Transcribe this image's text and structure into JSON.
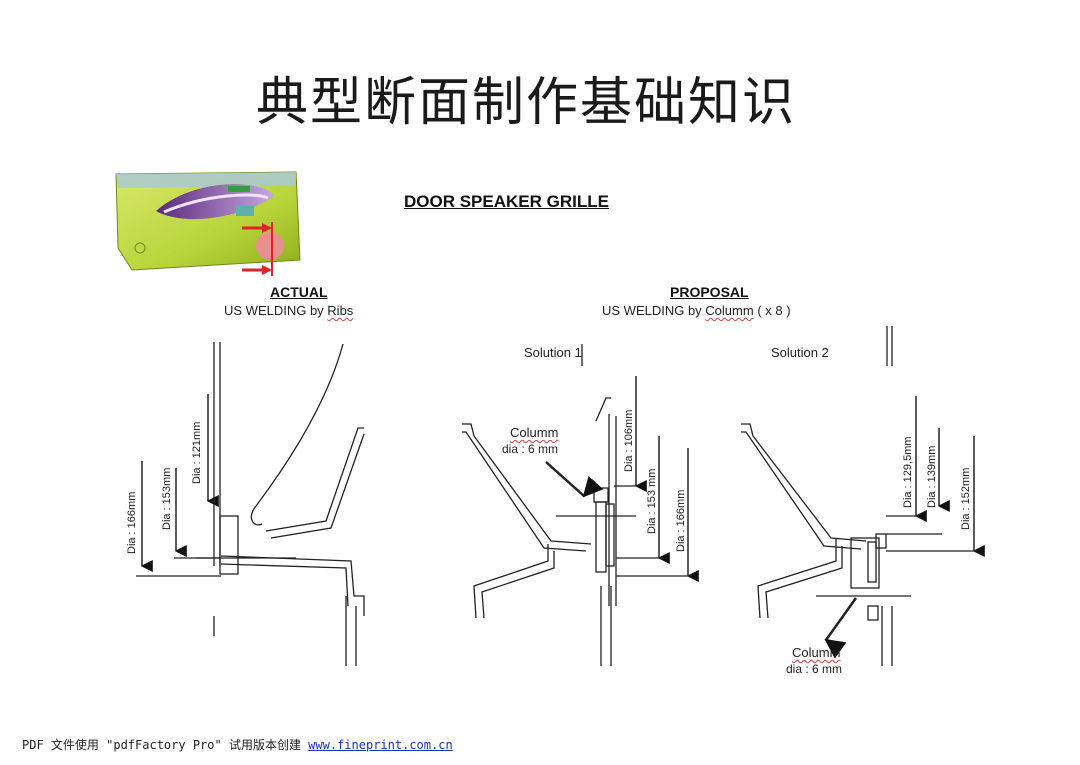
{
  "title": "典型断面制作基础知识",
  "diagram": {
    "heading": "DOOR SPEAKER GRILLE",
    "actual": {
      "heading": "ACTUAL",
      "subtitle_prefix": "US WELDING by ",
      "subtitle_word": "Ribs",
      "dimensions": [
        "Dia : 166mm",
        "Dia : 153mm",
        "Dia : 121mm"
      ]
    },
    "proposal": {
      "heading": "PROPOSAL",
      "subtitle_prefix": "US WELDING by ",
      "subtitle_word": "Columm",
      "subtitle_suffix": " ( x 8 )",
      "solution1": {
        "label": "Solution 1",
        "callout_word": "Columm",
        "callout_dia": "dia : 6 mm",
        "dimensions": [
          "Dia : 106mm",
          "Dia : 153 mm",
          "Dia : 166mm"
        ]
      },
      "solution2": {
        "label": "Solution 2",
        "callout_word": "Columm",
        "callout_dia": "dia : 6 mm",
        "dimensions": [
          "Dia : 129,5mm",
          "Dia : 139mm",
          "Dia : 152mm"
        ]
      }
    }
  },
  "footer": {
    "text": "PDF 文件使用 \"pdfFactory Pro\" 试用版本创建 ",
    "link": "www.fineprint.com.cn"
  }
}
